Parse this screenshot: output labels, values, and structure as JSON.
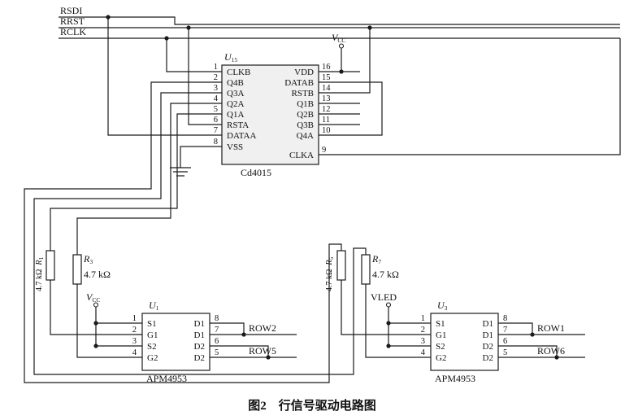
{
  "caption": "图2　行信号驱动电路图",
  "rails": {
    "rsdi": "RSDI",
    "rrst": "RRST",
    "rclk": "RCLK"
  },
  "power": {
    "vcc": "V",
    "vcc_sub": "CC",
    "vled": "VLED"
  },
  "shift_register": {
    "ref": "U",
    "ref_sub": "15",
    "part": "Cd4015",
    "left_pins": [
      {
        "num": "1",
        "name": "CLKB"
      },
      {
        "num": "2",
        "name": "Q4B"
      },
      {
        "num": "3",
        "name": "Q3A"
      },
      {
        "num": "4",
        "name": "Q2A"
      },
      {
        "num": "5",
        "name": "Q1A"
      },
      {
        "num": "6",
        "name": "RSTA"
      },
      {
        "num": "7",
        "name": "DATAA"
      },
      {
        "num": "8",
        "name": "VSS"
      }
    ],
    "right_pins": [
      {
        "num": "16",
        "name": "VDD"
      },
      {
        "num": "15",
        "name": "DATAB"
      },
      {
        "num": "14",
        "name": "RSTB"
      },
      {
        "num": "13",
        "name": "Q1B"
      },
      {
        "num": "12",
        "name": "Q2B"
      },
      {
        "num": "11",
        "name": "Q3B"
      },
      {
        "num": "10",
        "name": "Q4A"
      },
      {
        "num": "9",
        "name": "CLKA"
      }
    ]
  },
  "resistors": [
    {
      "ref": "R",
      "sub": "1",
      "value": "4.7 kΩ"
    },
    {
      "ref": "R",
      "sub": "3",
      "value": "4.7 kΩ"
    },
    {
      "ref": "R",
      "sub": "5",
      "value": "4.7 kΩ"
    },
    {
      "ref": "R",
      "sub": "7",
      "value": "4.7 kΩ"
    }
  ],
  "drivers": [
    {
      "ref": "U",
      "sub": "1",
      "part": "APM4953",
      "left_pins": [
        {
          "num": "1",
          "name": "S1"
        },
        {
          "num": "2",
          "name": "G1"
        },
        {
          "num": "3",
          "name": "S2"
        },
        {
          "num": "4",
          "name": "G2"
        }
      ],
      "right_pins": [
        {
          "num": "8",
          "name": "D1"
        },
        {
          "num": "7",
          "name": "D1"
        },
        {
          "num": "6",
          "name": "D2"
        },
        {
          "num": "5",
          "name": "D2"
        }
      ],
      "outputs": [
        {
          "label": "ROW2"
        },
        {
          "label": "ROW5"
        }
      ]
    },
    {
      "ref": "U",
      "sub": "3",
      "part": "APM4953",
      "left_pins": [
        {
          "num": "1",
          "name": "S1"
        },
        {
          "num": "2",
          "name": "G1"
        },
        {
          "num": "3",
          "name": "S2"
        },
        {
          "num": "4",
          "name": "G2"
        }
      ],
      "right_pins": [
        {
          "num": "8",
          "name": "D1"
        },
        {
          "num": "7",
          "name": "D1"
        },
        {
          "num": "6",
          "name": "D2"
        },
        {
          "num": "5",
          "name": "D2"
        }
      ],
      "outputs": [
        {
          "label": "ROW1"
        },
        {
          "label": "ROW6"
        }
      ]
    }
  ]
}
